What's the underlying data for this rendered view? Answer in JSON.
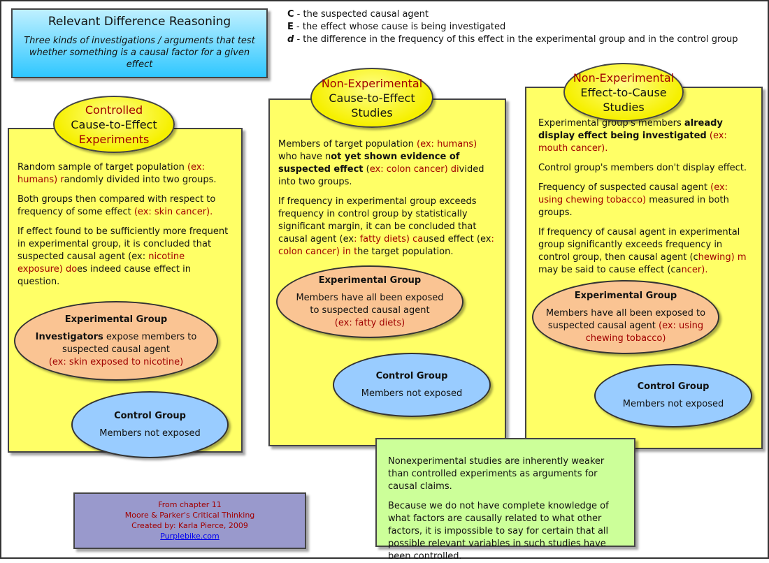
{
  "title_box": {
    "title": "Relevant Difference Reasoning",
    "subtitle": "Three kinds of investigations / arguments that test whether something is a causal factor for a given effect"
  },
  "legend": [
    {
      "symbol": "C",
      "text": " - the suspected causal agent"
    },
    {
      "symbol": "E",
      "text": " - the effect whose cause is being investigated"
    },
    {
      "symbol": "d",
      "text": " - the difference in the frequency of this effect in the experimental group and in the control group"
    }
  ],
  "colors": {
    "panel": "#ffff66",
    "header_ellipse": "#f6f000",
    "experimental_group": "#fac493",
    "control_group": "#99ccff",
    "note": "#ccff99",
    "credits": "#9999cc",
    "example_text": "#a00000",
    "link": "#0000ee"
  },
  "panels": [
    {
      "header": [
        "Controlled",
        "Cause-to-Effect",
        "Experiments"
      ],
      "paragraphs": [
        {
          "a": "Random sample of target population ",
          "ex1": "(ex: humans) r",
          "b": "andomly divided into two groups."
        },
        {
          "a": "Both groups then compared with respect to frequency of some effect ",
          "ex1": "(ex: skin cancer).",
          "b": ""
        },
        {
          "a": "If effect found to be sufficiently more frequent in experimental group, it is concluded that suspected causal agent (ex: ",
          "ex1": "nicotine exposure) do",
          "b": "es indeed cause effect in question."
        }
      ],
      "experimental": {
        "title": "Experimental Group",
        "bold": "Investigators",
        "text": " expose members to suspected causal agent",
        "example": "(ex: skin exposed to nicotine)"
      },
      "control": {
        "title": "Control Group",
        "text": "Members not exposed"
      }
    },
    {
      "header": [
        "Non-Experimental",
        "Cause-to-Effect",
        "Studies"
      ],
      "paragraphs": [
        {
          "a": "Members of target population ",
          "ex1": "(ex: humans)",
          "b": " who have n",
          "bold": "ot yet shown evidence of suspected effect",
          "c": " (",
          "ex2": "ex: colon cancer) di",
          "d": "vided into two groups."
        },
        {
          "a": "If frequency in experimental group exceeds frequency in control group by statistically significant margin, it can be concluded that causal agent (ex",
          "ex1": ": fatty diets) ca",
          "b": "used effect (ex",
          "ex2": ": colon cancer) in t",
          "c": "he target population."
        }
      ],
      "experimental": {
        "title": "Experimental Group",
        "text": "Members have all been exposed to suspected causal agent",
        "example": "(ex: fatty diets)"
      },
      "control": {
        "title": "Control Group",
        "text": "Members not exposed"
      }
    },
    {
      "header": [
        "Non-Experimental",
        "Effect-to-Cause",
        "Studies"
      ],
      "paragraphs": [
        {
          "a": "Experimental group's members ",
          "bold": "already display effect being investigated",
          "c": " ",
          "ex1": "(ex: mouth cancer)."
        },
        {
          "a": "Control group's members don't display effect."
        },
        {
          "a": "Frequency of suspected causal agent ",
          "ex1": "(ex: using chewing tobacco)",
          "b": " measured in both groups."
        },
        {
          "a": "If frequency of causal agent in experimental group significantly exceeds frequency in control group, then causal agent (c",
          "ex1": "hewing) m",
          "b": " may be said to cause effect (ca",
          "ex2": "ncer)."
        }
      ],
      "experimental": {
        "title": "Experimental Group",
        "text": "Members have all been exposed to suspected causal agent ",
        "example": "(ex: using chewing tobacco)"
      },
      "control": {
        "title": "Control Group",
        "text": "Members not exposed"
      }
    }
  ],
  "note": {
    "p1": "Nonexperimental studies are inherently weaker than controlled experiments as arguments for causal claims.",
    "p2": "Because we do not have complete knowledge of what factors are causally related to what other factors, it is impossible to say for certain that all possible relevant variables in such studies have been controlled."
  },
  "credits": {
    "line1": "From chapter 11",
    "line2": "Moore & Parker's Critical Thinking",
    "line3": "Created by: Karla Pierce, 2009",
    "link": "Purplebike.com"
  }
}
